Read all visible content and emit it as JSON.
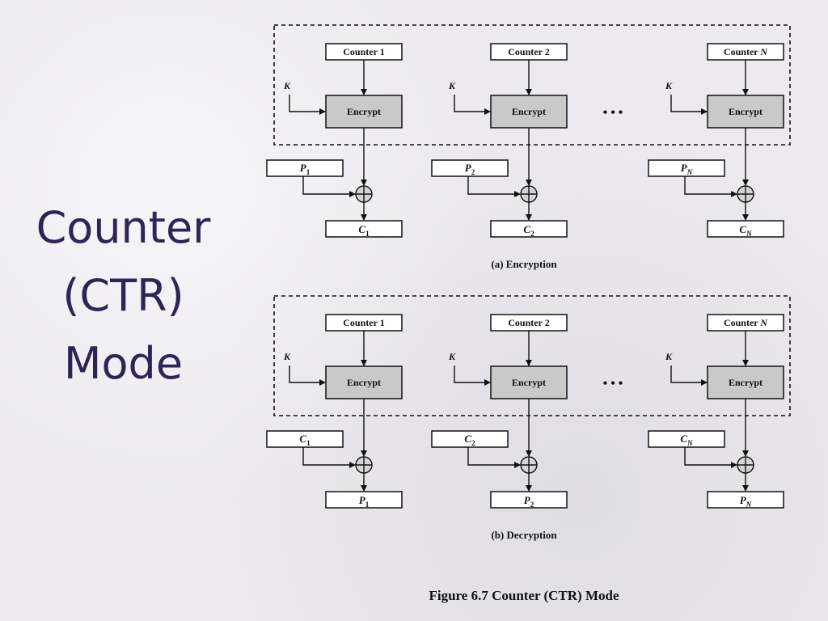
{
  "slide": {
    "title_lines": [
      "Counter",
      "(CTR)",
      "Mode"
    ]
  },
  "figure": {
    "caption": "Figure 6.7  Counter (CTR) Mode",
    "key_label": "K",
    "encrypt_label": "Encrypt",
    "ellipsis": "• • •",
    "counters": [
      {
        "text": "Counter ",
        "sub": "1",
        "sub_italic": false,
        "sub_lowered": false
      },
      {
        "text": "Counter ",
        "sub": "2",
        "sub_italic": false,
        "sub_lowered": false
      },
      {
        "text": "Counter ",
        "sub": "N",
        "sub_italic": true,
        "sub_lowered": false
      }
    ],
    "panels": [
      {
        "caption": "(a) Encryption",
        "inputs": [
          {
            "base": "P",
            "sub": "1"
          },
          {
            "base": "P",
            "sub": "2"
          },
          {
            "base": "P",
            "sub": "N"
          }
        ],
        "outputs": [
          {
            "base": "C",
            "sub": "1"
          },
          {
            "base": "C",
            "sub": "2"
          },
          {
            "base": "C",
            "sub": "N"
          }
        ]
      },
      {
        "caption": "(b) Decryption",
        "inputs": [
          {
            "base": "C",
            "sub": "1"
          },
          {
            "base": "C",
            "sub": "2"
          },
          {
            "base": "C",
            "sub": "N"
          }
        ],
        "outputs": [
          {
            "base": "P",
            "sub": "1"
          },
          {
            "base": "P",
            "sub": "2"
          },
          {
            "base": "P",
            "sub": "N"
          }
        ]
      }
    ]
  }
}
